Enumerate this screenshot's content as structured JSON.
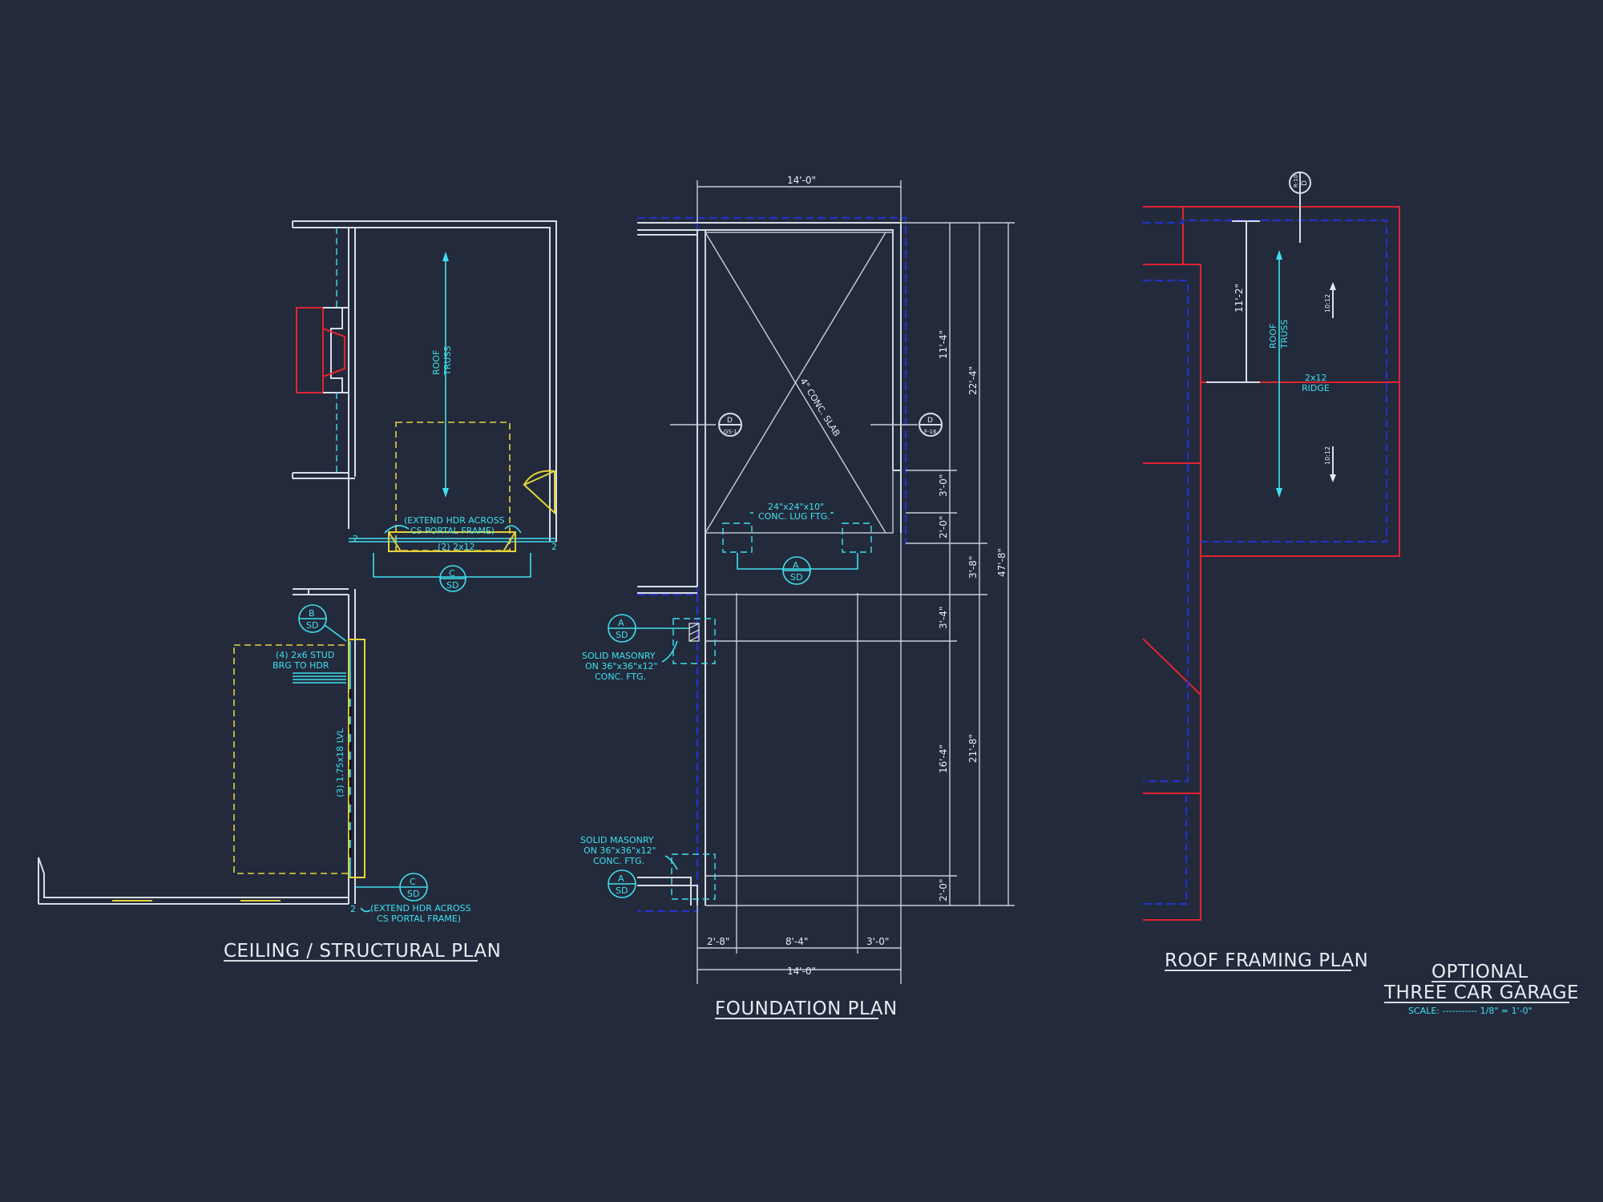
{
  "plans": {
    "ceiling": {
      "title": "CEILING / STRUCTURAL PLAN",
      "roof_truss": [
        "ROOF",
        "TRUSS"
      ],
      "extend_hdr_top": [
        "(EXTEND HDR ACROSS",
        "CS PORTAL FRAME)"
      ],
      "header_size": "(2) 2x12",
      "stud_note": [
        "(4) 2x6 STUD",
        "BRG TO HDR"
      ],
      "lvl": "(3) 1.75x18 LVL",
      "extend_hdr_bottom": [
        "(EXTEND HDR ACROSS",
        "CS PORTAL FRAME)"
      ],
      "callout_c": {
        "letter": "C",
        "sheet": "SD"
      },
      "callout_b": {
        "letter": "B",
        "sheet": "SD"
      },
      "callout_c2": {
        "letter": "C",
        "sheet": "SD"
      },
      "marker_2": "2"
    },
    "foundation": {
      "title": "FOUNDATION PLAN",
      "dim_top": "14'-0\"",
      "dim_bottom_total": "14'-0\"",
      "dim_bottom_parts": [
        "2'-8\"",
        "8'-4\"",
        "3'-0\""
      ],
      "dims_right_1": [
        "11'-4\"",
        "3'-0\"",
        "2'-0\"",
        "3'-4\"",
        "16'-4\"",
        "2'-0\""
      ],
      "dims_right_2": [
        "22'-4\"",
        "3'-8\"",
        "21'-8\""
      ],
      "dim_overall": "47'-8\"",
      "slab": "4\" CONC. SLAB",
      "lug_ftg": [
        "24\"x24\"x10\"",
        "CONC. LUG FTG."
      ],
      "masonry_top": [
        "SOLID MASONRY",
        "ON 36\"x36\"x12\"",
        "CONC. FTG."
      ],
      "masonry_bottom": [
        "SOLID MASONRY",
        "ON 36\"x36\"x12\"",
        "CONC. FTG."
      ],
      "callout_a_center": {
        "letter": "A",
        "sheet": "SD"
      },
      "callout_a_left": {
        "letter": "A",
        "sheet": "SD"
      },
      "callout_a_bottom": {
        "letter": "A",
        "sheet": "SD"
      },
      "callout_d_left": {
        "letter": "D",
        "sheet": "GS-1"
      },
      "callout_d_right": {
        "letter": "D",
        "sheet": "F-16"
      }
    },
    "roof": {
      "title": "ROOF FRAMING PLAN",
      "roof_truss": [
        "ROOF",
        "TRUSS"
      ],
      "ridge": [
        "2x12",
        "RIDGE"
      ],
      "dim": "11'-2\"",
      "pitch_upper": "10:12",
      "pitch_lower": "10:12",
      "callout_d": {
        "letter": "D",
        "sheet": "R-10"
      }
    }
  },
  "title_block": {
    "line1": "OPTIONAL",
    "line2": "THREE CAR GARAGE",
    "scale": "SCALE: ----------- 1/8\" = 1'-0\""
  },
  "colors": {
    "background": "#232a3b",
    "walls": "#d8dde6",
    "annotation": "#3fe0f0",
    "header": "#e6d23c",
    "roof_edge": "#e02430",
    "foundation_wall": "#2233cc"
  }
}
